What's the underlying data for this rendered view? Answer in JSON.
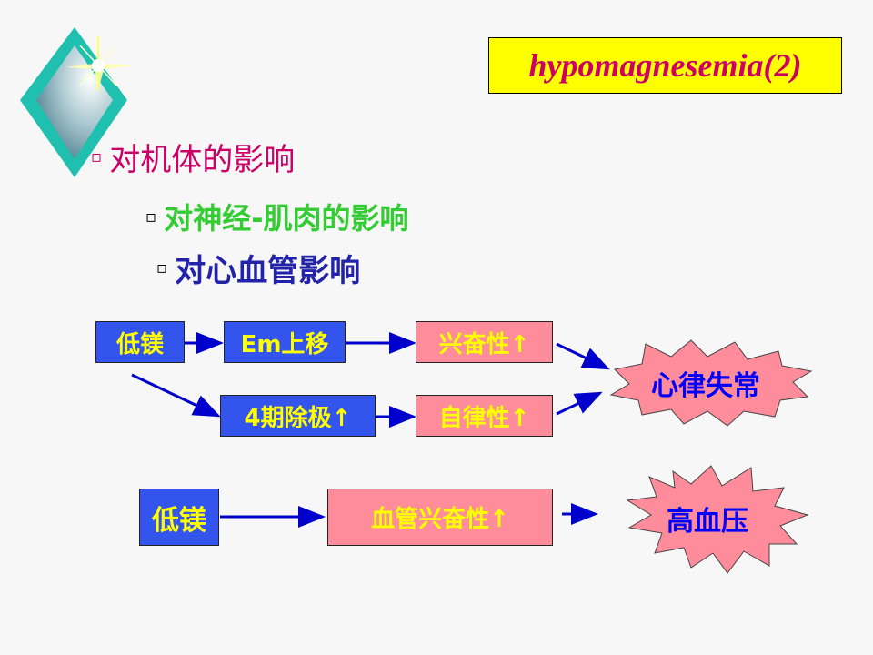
{
  "title": "hypomagnesemia(2)",
  "bullets": {
    "level1": "对机体的影响",
    "level2a": "对神经-肌肉的影响",
    "level2b": "对心血管影响"
  },
  "flow1": {
    "start": "低镁",
    "em": "Em上移",
    "excitability": "兴奋性↑",
    "phase4": "4期除极↑",
    "automaticity": "自律性↑",
    "result": "心律失常"
  },
  "flow2": {
    "start": "低镁",
    "vascular": "血管兴奋性↑",
    "result": "高血压"
  },
  "colors": {
    "background": "#f7f7f7",
    "title_bg": "#ffff00",
    "title_text": "#cc0066",
    "box_blue": "#3355ee",
    "box_pink": "#ff8c9a",
    "box_text": "#ffff00",
    "arrow": "#0000cc",
    "star_fill": "#ff8c9a"
  }
}
